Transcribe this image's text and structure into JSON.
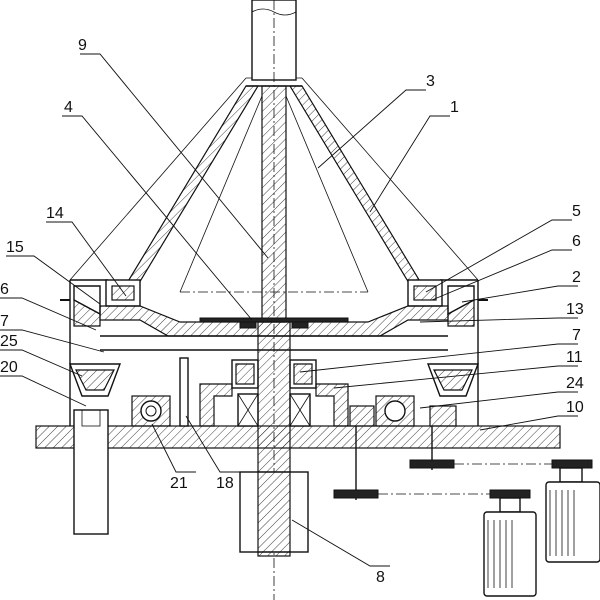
{
  "labels": {
    "l1": "1",
    "l2": "2",
    "l3": "3",
    "l4": "4",
    "l5": "5",
    "l6a": "6",
    "l6b": "6",
    "l7a": "7",
    "l7b": "7",
    "l8": "8",
    "l9": "9",
    "l10": "10",
    "l11": "11",
    "l13": "13",
    "l14": "14",
    "l15": "15",
    "l18": "18",
    "l20": "20",
    "l21": "21",
    "l24": "24",
    "l25": "25"
  }
}
